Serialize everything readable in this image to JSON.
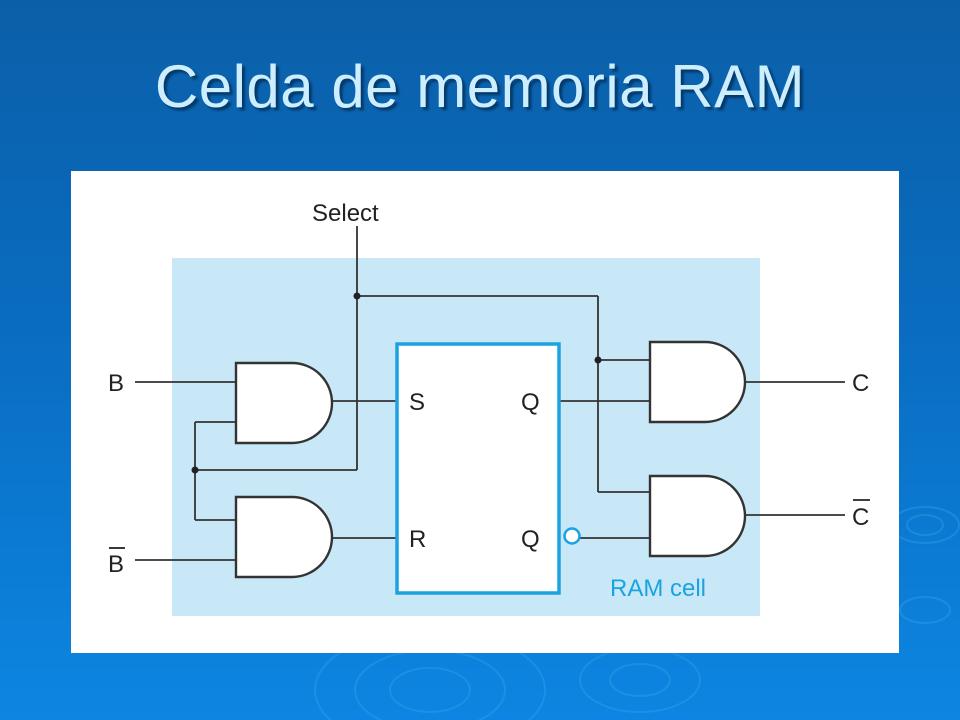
{
  "slide": {
    "title": "Celda de memoria RAM"
  },
  "diagram": {
    "select_label": "Select",
    "input_b": "B",
    "input_b_not": "B",
    "flipflop_s": "S",
    "flipflop_r": "R",
    "flipflop_q": "Q",
    "flipflop_q_not": "Q",
    "output_c": "C",
    "output_c_not": "C",
    "cell_label": "RAM cell"
  },
  "colors": {
    "background": "#0a6cc0",
    "title": "#cdeeff",
    "cell_fill": "#c8e8f8",
    "flipflop_border": "#1aa3e0"
  }
}
